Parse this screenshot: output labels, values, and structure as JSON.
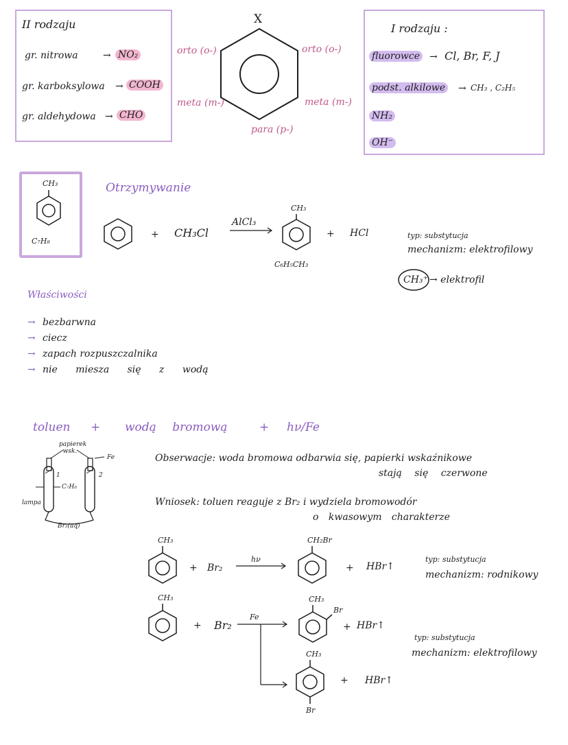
{
  "box_left": {
    "title": "II rodzaju",
    "rows": [
      {
        "label": "gr. nitrowa",
        "formula": "NO₂"
      },
      {
        "label": "gr. karboksylowa",
        "formula": "COOH"
      },
      {
        "label": "gr. aldehydowa",
        "formula": "CHO"
      }
    ]
  },
  "center_ring": {
    "substituent": "X",
    "orto_left": "orto (o-)",
    "orto_right": "orto (o-)",
    "meta_left": "meta (m-)",
    "meta_right": "meta (m-)",
    "para": "para (p-)"
  },
  "box_right": {
    "title": "I rodzaju :",
    "fluor_label": "fluorowce",
    "fluor_items": "Cl, Br, F, J",
    "alkyl_label": "podst. alkilowe",
    "alkyl_items": "CH₃ , C₂H₅",
    "nh2": "NH₂",
    "oh": "OH⁻"
  },
  "toluene_box": {
    "ch3": "CH₃",
    "formula": "C₇H₈"
  },
  "otrzymywanie": {
    "heading": "Otrzymywanie",
    "reagent": "CH₃Cl",
    "catalyst": "AlCl₃",
    "product_ch3": "CH₃",
    "product_formula": "C₆H₅CH₃",
    "plus1": "+",
    "plus2": "+",
    "byproduct": "HCl",
    "typ": "typ: substytucja",
    "mech": "mechanizm: elektrofilowy",
    "electrophile": "CH₃⁺",
    "electrophile_label": "→ elektrofil"
  },
  "wlasciwosci": {
    "heading": "Właściwości",
    "items": [
      "bezbarwna",
      "ciecz",
      "zapach rozpuszczalnika",
      "nie miesza się z wodą"
    ]
  },
  "bromine": {
    "heading": {
      "a": "toluen",
      "plus1": "+",
      "b": "wodą bromową",
      "plus2": "+",
      "c": "hν/Fe"
    },
    "apparatus": {
      "paper": "papierek wsk.",
      "fe": "Fe",
      "n1": "1",
      "n2": "2",
      "lamp": "lampa",
      "toluene": "C₇H₈",
      "br2": "Br₂(aq)"
    },
    "obserwacje": "Obserwacje: woda bromowa odbarwia się, papierki wskaźnikowe",
    "obserwacje2": "stają się czerwone",
    "wniosek": "Wniosek: toluen reaguje z Br₂ i wydziela bromowodór",
    "wniosek2": "o kwasowym charakterze",
    "r1": {
      "ch3": "CH₃",
      "plus1": "+",
      "reagent": "Br₂",
      "cond": "hν",
      "prod_sub": "CH₂Br",
      "plus2": "+",
      "byproduct": "HBr↑",
      "typ": "typ: substytucja",
      "mech": "mechanizm: rodnikowy"
    },
    "r2": {
      "ch3": "CH₃",
      "plus1": "+",
      "reagent": "Br₂",
      "cond": "Fe",
      "o_ch3": "CH₃",
      "o_br": "Br",
      "plus2": "+",
      "byproduct": "HBr↑",
      "p_ch3": "CH₃",
      "p_br": "Br",
      "plus3": "+",
      "byproduct2": "HBr↑",
      "typ": "typ: substytucja",
      "mech": "mechanizm: elektrofilowy"
    }
  },
  "colors": {
    "box_border": "#c9a8dc",
    "pink_highlight": "#f2b6cf",
    "violet_highlight": "#d3bcef",
    "pink_text": "#c0588a",
    "violet_text": "#8a5cc0"
  }
}
